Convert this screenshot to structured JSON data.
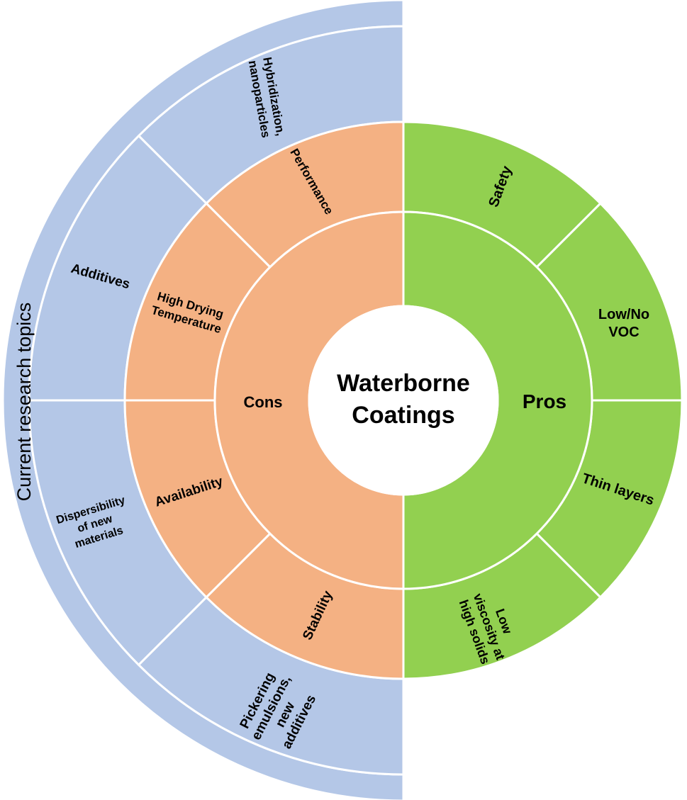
{
  "center": {
    "line1": "Waterborne",
    "line2": "Coatings"
  },
  "pros": {
    "label": "Pros",
    "color": "#92d050",
    "items": [
      {
        "line1": "Safety"
      },
      {
        "line1": "Low/No",
        "line2": "VOC"
      },
      {
        "line1": "Thin layers"
      },
      {
        "line1": "Low",
        "line2": "viscosity at",
        "line3": "high solids"
      }
    ]
  },
  "cons": {
    "label": "Cons",
    "color": "#f4b183",
    "items": [
      {
        "line1": "Performance"
      },
      {
        "line1": "High Drying",
        "line2": "Temperature"
      },
      {
        "line1": "Availability"
      },
      {
        "line1": "Stability"
      }
    ]
  },
  "research": {
    "color": "#b4c7e7",
    "band_label": "Current research topics",
    "items": [
      {
        "line1": "Hybridization,",
        "line2": "nanoparticles"
      },
      {
        "line1": "Additives"
      },
      {
        "line1": "Dispersibility",
        "line2": "of new",
        "line3": "materials"
      },
      {
        "line1": "Pickering",
        "line2": "emulsions,",
        "line3": "new",
        "line4": "additives"
      }
    ]
  }
}
